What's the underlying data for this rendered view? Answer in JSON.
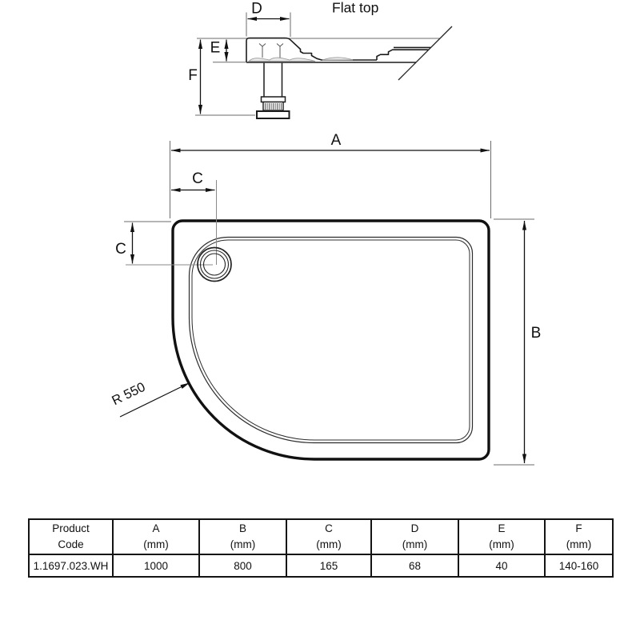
{
  "profile_view": {
    "flat_top_label": "Flat top",
    "dim_d_label": "D",
    "dim_e_label": "E",
    "dim_f_label": "F"
  },
  "plan_view": {
    "dim_a_label": "A",
    "dim_b_label": "B",
    "dim_c_top_label": "C",
    "dim_c_left_label": "C",
    "radius_label": "R 550"
  },
  "table": {
    "headers": [
      {
        "line1": "Product",
        "line2": "Code"
      },
      {
        "line1": "A",
        "line2": "(mm)"
      },
      {
        "line1": "B",
        "line2": "(mm)"
      },
      {
        "line1": "C",
        "line2": "(mm)"
      },
      {
        "line1": "D",
        "line2": "(mm)"
      },
      {
        "line1": "E",
        "line2": "(mm)"
      },
      {
        "line1": "F",
        "line2": "(mm)"
      }
    ],
    "row": [
      "1.1697.023.WH",
      "1000",
      "800",
      "165",
      "68",
      "40",
      "140-160"
    ]
  }
}
